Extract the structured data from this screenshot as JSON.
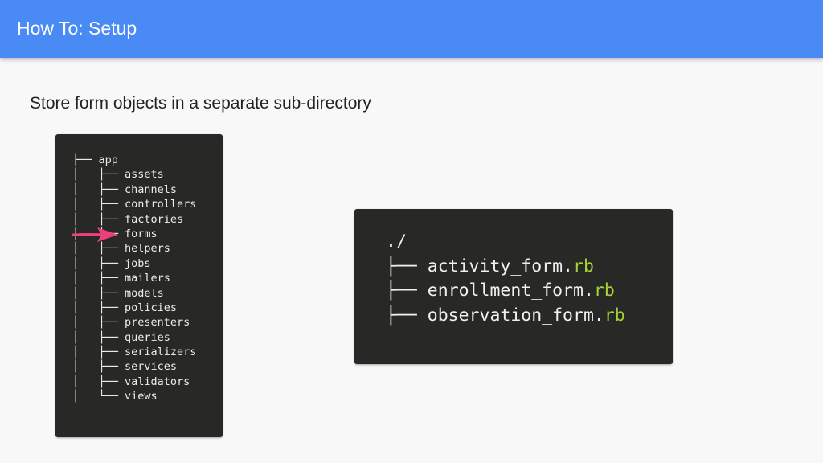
{
  "header": {
    "title": "How To: Setup"
  },
  "subtitle": "Store form objects in a separate sub-directory",
  "directory_tree": {
    "lines": [
      {
        "prefix": "├── ",
        "name": "app"
      },
      {
        "prefix": "│   ├── ",
        "name": "assets"
      },
      {
        "prefix": "│   ├── ",
        "name": "channels"
      },
      {
        "prefix": "│   ├── ",
        "name": "controllers"
      },
      {
        "prefix": "│   ├── ",
        "name": "factories"
      },
      {
        "prefix": "│   ├── ",
        "name": "forms"
      },
      {
        "prefix": "│   ├── ",
        "name": "helpers"
      },
      {
        "prefix": "│   ├── ",
        "name": "jobs"
      },
      {
        "prefix": "│   ├── ",
        "name": "mailers"
      },
      {
        "prefix": "│   ├── ",
        "name": "models"
      },
      {
        "prefix": "│   ├── ",
        "name": "policies"
      },
      {
        "prefix": "│   ├── ",
        "name": "presenters"
      },
      {
        "prefix": "│   ├── ",
        "name": "queries"
      },
      {
        "prefix": "│   ├── ",
        "name": "serializers"
      },
      {
        "prefix": "│   ├── ",
        "name": "services"
      },
      {
        "prefix": "│   ├── ",
        "name": "validators"
      },
      {
        "prefix": "│   └── ",
        "name": "views"
      }
    ],
    "highlighted_item": "forms"
  },
  "form_files": {
    "root": "./",
    "files": [
      {
        "prefix": "├── ",
        "base": "activity_form.",
        "ext": "rb"
      },
      {
        "prefix": "├── ",
        "base": "enrollment_form.",
        "ext": "rb"
      },
      {
        "prefix": "├── ",
        "base": "observation_form.",
        "ext": "rb"
      }
    ]
  },
  "colors": {
    "header_bar": "#4a8af4",
    "terminal_bg": "#282826",
    "file_extension": "#a6d336",
    "highlight_arrow": "#ec3f7b"
  },
  "icons": {
    "highlight_arrow": "arrow-right-icon"
  }
}
